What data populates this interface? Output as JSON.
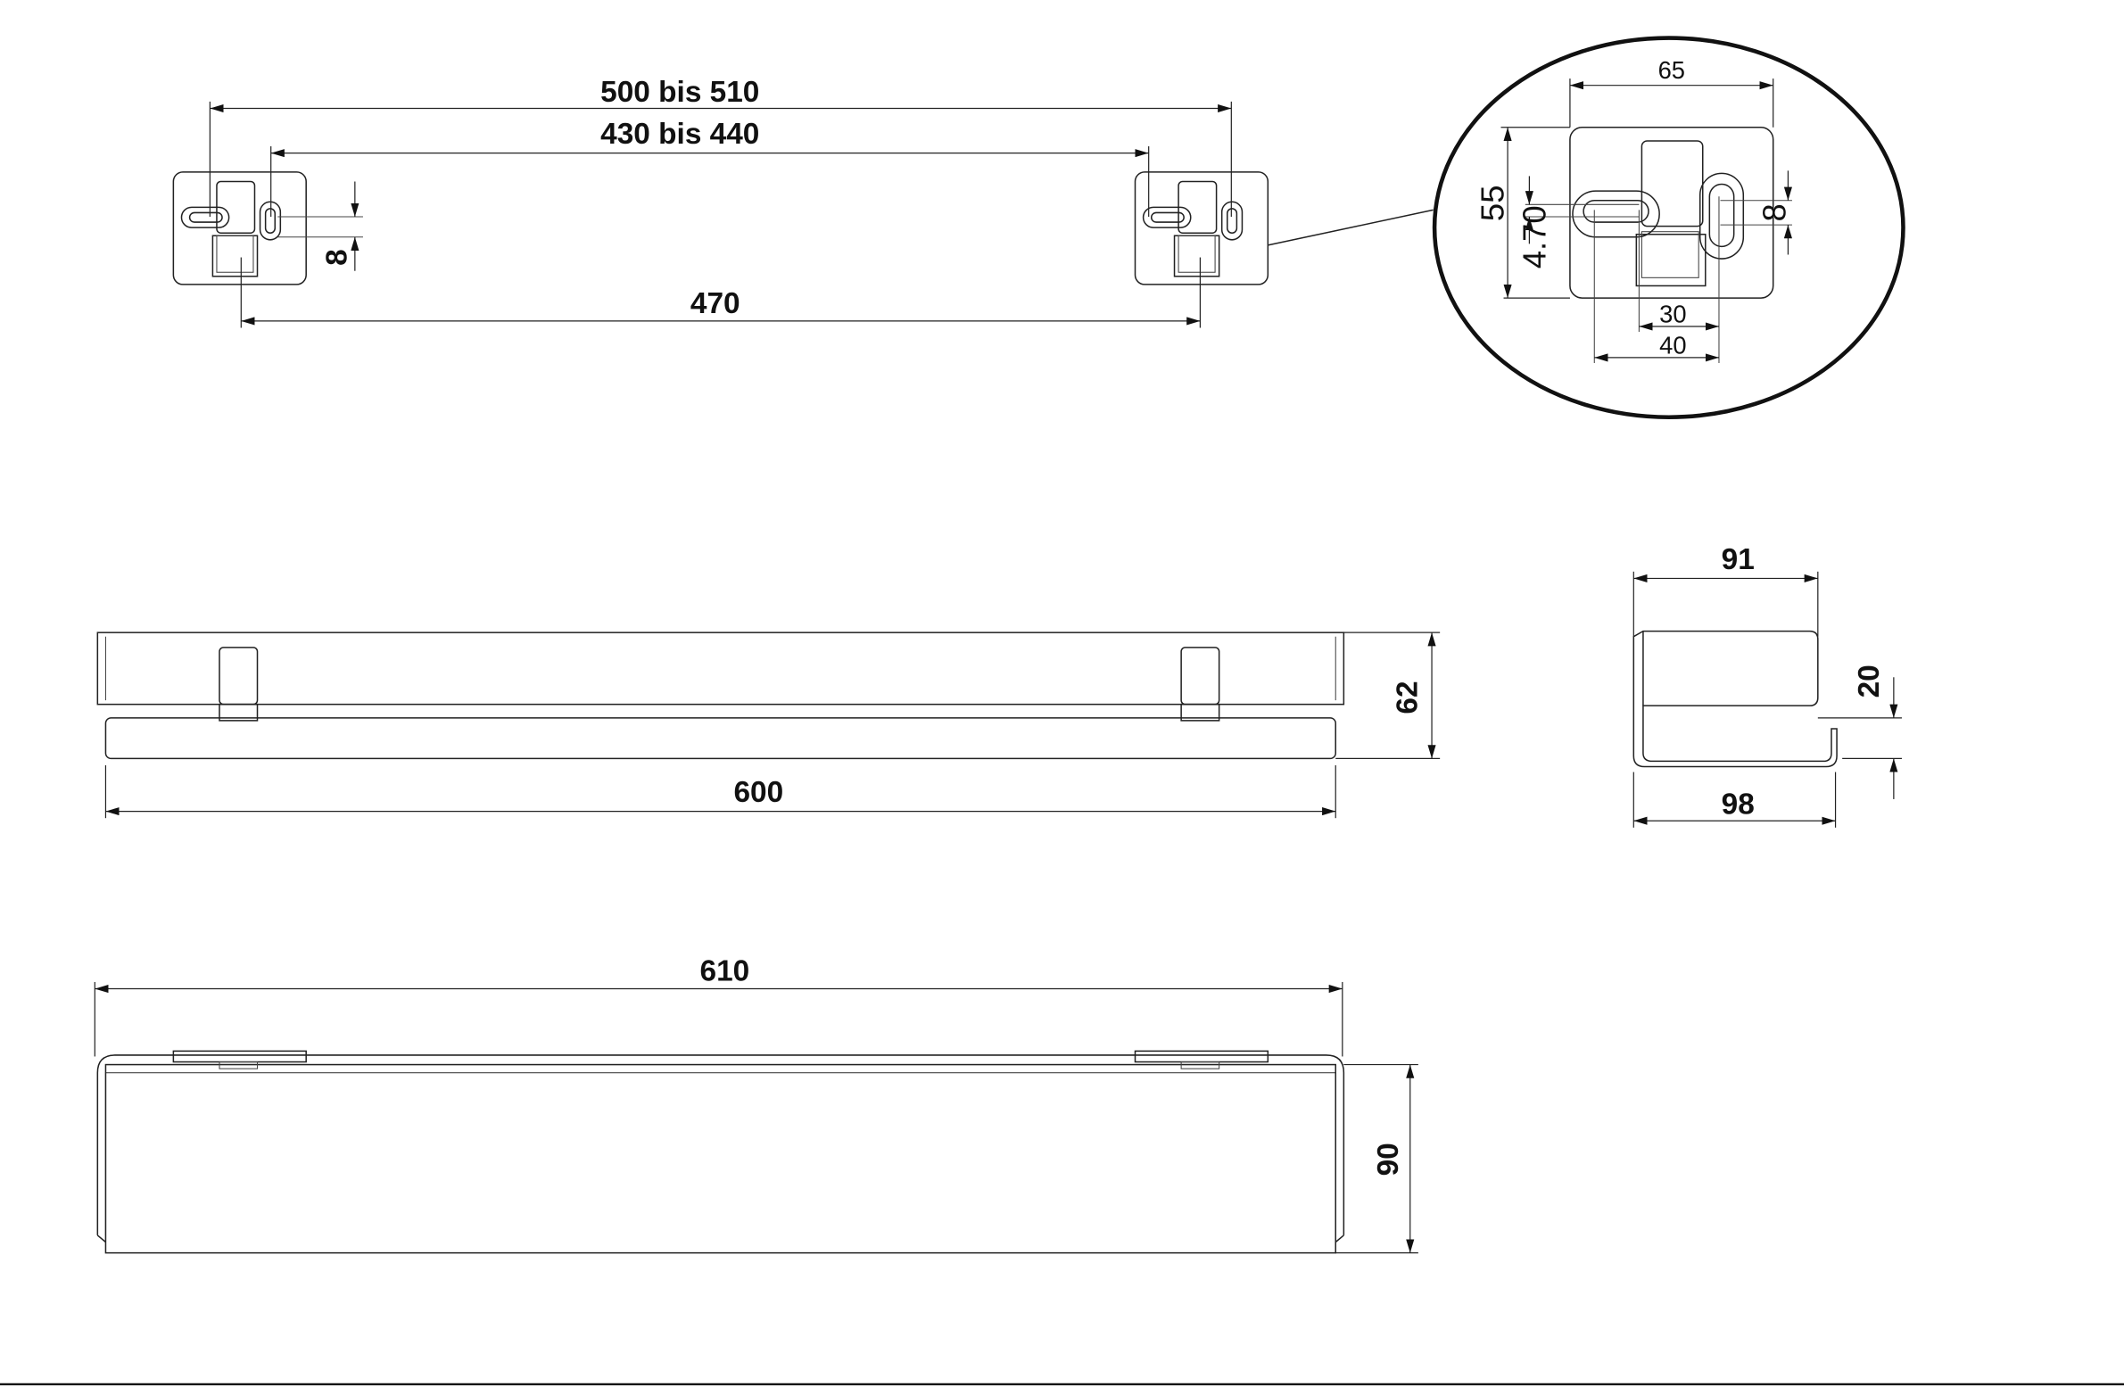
{
  "top_view": {
    "dim_outer": "500 bis 510",
    "dim_inner": "430 bis 440",
    "dim_center": "470",
    "dim_slot": "8"
  },
  "detail_view": {
    "dim_width": "65",
    "dim_height": "55",
    "dim_slot_offset": "4.70",
    "dim_slot": "8",
    "dim_30": "30",
    "dim_40": "40"
  },
  "front_view": {
    "dim_length": "600",
    "dim_height": "62"
  },
  "side_view": {
    "dim_top": "91",
    "dim_bottom": "98",
    "dim_lip": "20"
  },
  "bottom_view": {
    "dim_length": "610",
    "dim_depth": "90"
  }
}
